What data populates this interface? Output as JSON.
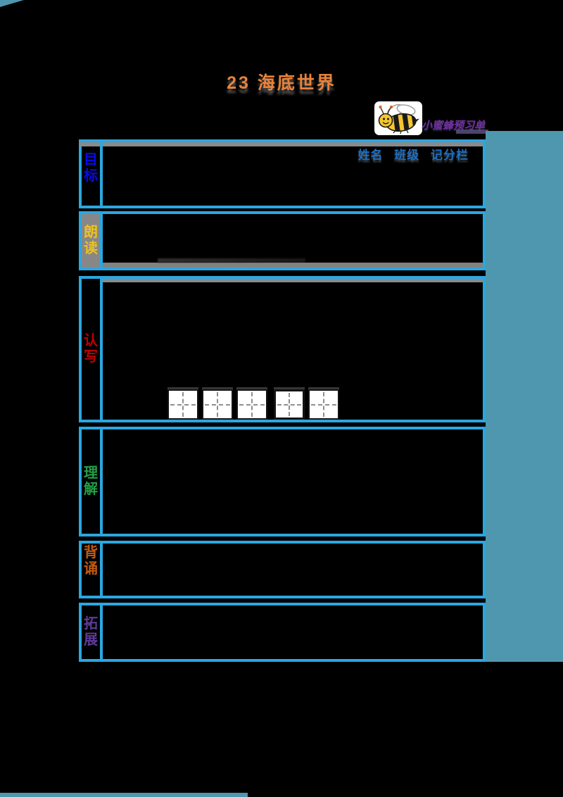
{
  "page": {
    "background_color": "#000000",
    "accent_teal": "#4E97AE",
    "table_border_color": "#2AA7E1"
  },
  "title": {
    "text": "23 海底世界",
    "color": "#E8823A"
  },
  "mascot": {
    "icon": "bee-clipart",
    "brand_text": "小蜜蜂预习单",
    "brand_color": "#7030A0"
  },
  "name_fields": {
    "text": "姓名 班级 记分栏",
    "color": "#1C6EC2"
  },
  "table": {
    "rows": [
      {
        "label": "目标",
        "label_color": "#0909EE"
      },
      {
        "label": "朗读",
        "label_color": "#EFC21D"
      },
      {
        "label": "认写",
        "label_color": "#C00000",
        "practice_boxes": 5
      },
      {
        "label": "理解",
        "label_color": "#22A046"
      },
      {
        "label": "背诵",
        "label_color": "#C35A11"
      },
      {
        "label": "拓展",
        "label_color": "#5E3A99"
      }
    ]
  }
}
